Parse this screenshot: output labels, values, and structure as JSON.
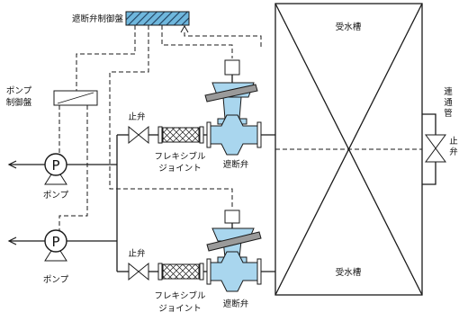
{
  "labels": {
    "valve_control_panel": "遮断弁制御盤",
    "pump_control_panel_line1": "ポンプ",
    "pump_control_panel_line2": "制御盤",
    "stop_valve": "止弁",
    "flexible_joint_line1": "フレキシブル",
    "flexible_joint_line2": "ジョイント",
    "shutoff_valve": "遮断弁",
    "pump": "ポンプ",
    "pump_symbol": "P",
    "water_tank": "受水槽",
    "connecting_pipe": [
      "連",
      "通",
      "管"
    ],
    "right_stop_valve": [
      "止",
      "弁"
    ]
  },
  "colors": {
    "valve_body": "#a9d6ee",
    "control_panel_fill": "#6fb7dd",
    "hatch_stroke": "#1f3f5e",
    "gray_fill": "#9a9a9a",
    "line": "#1a1a1a"
  }
}
